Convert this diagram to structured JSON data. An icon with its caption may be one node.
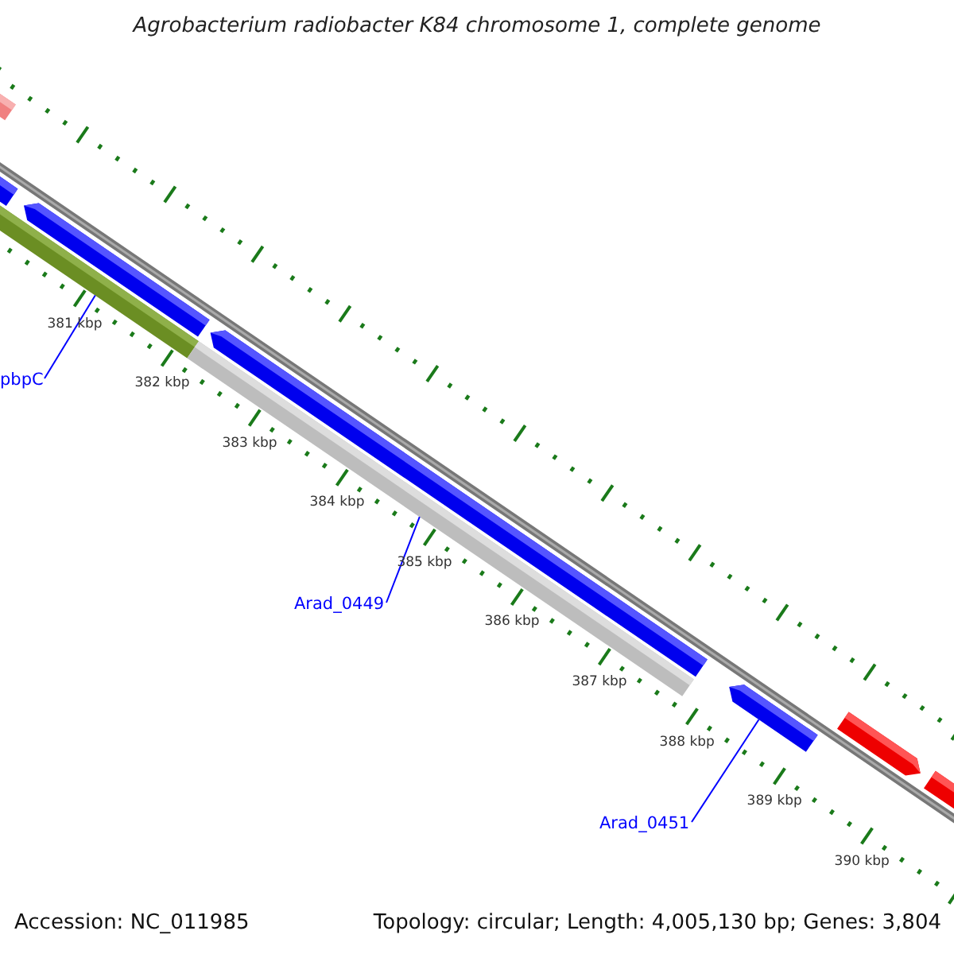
{
  "diagram": {
    "title": "Agrobacterium radiobacter K84 chromosome 1, complete genome",
    "nodes": [
      {
        "text": [],
        "shape": "bar"
      },
      {
        "text": [],
        "shape": "bar"
      },
      {
        "text": [],
        "shape": "bar"
      },
      {
        "text": [],
        "shape": "bar"
      },
      {
        "text": [],
        "shape": "bar"
      },
      {
        "text": [],
        "shape": "bar"
      },
      {
        "text": [
          "pbpC"
        ]
      },
      {
        "text": [
          "Arad_0449"
        ]
      },
      {
        "text": [],
        "shape": "bar"
      },
      {
        "text": [],
        "shape": "bar"
      },
      {
        "text": [],
        "shape": "bar"
      },
      {
        "text": [
          "Arad_0451"
        ]
      }
    ],
    "edges": [
      {
        "from": 6,
        "to": 3,
        "arrow": "none"
      },
      {
        "from": 7,
        "to": 5,
        "arrow": "none"
      },
      {
        "from": 11,
        "to": 8,
        "arrow": "none"
      }
    ],
    "labels": [
      "381 kbp",
      "382 kbp",
      "383 kbp",
      "384 kbp",
      "385 kbp",
      "386 kbp",
      "387 kbp",
      "388 kbp",
      "389 kbp",
      "390 kbp",
      "Accession: NC_011985",
      "Topology: circular; Length: 4,005,130 bp; Genes: 3,804"
    ]
  }
}
